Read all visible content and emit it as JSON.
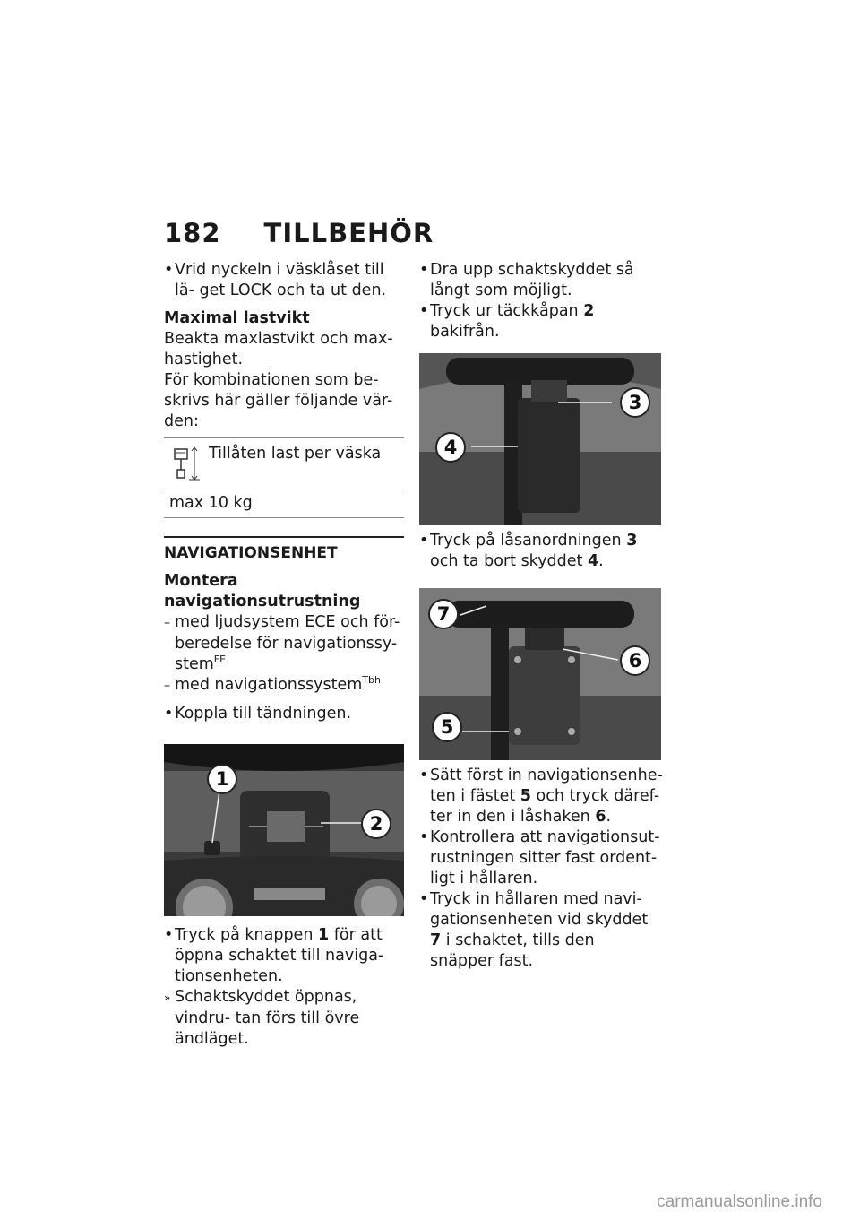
{
  "header": {
    "page_number": "182",
    "section": "TILLBEHÖR"
  },
  "col1": {
    "bullet1": "Vrid nyckeln i väsklåset till lä- get LOCK och ta ut den.",
    "max_heading": "Maximal lastvikt",
    "max_text": "Beakta maxlastvikt och max- hastighet.",
    "max_text2": "För kombinationen som be- skrivs här gäller följande vär- den:",
    "table": {
      "label": "Tillåten last per väska",
      "value": "max 10 kg"
    },
    "nav_heading": "NAVIGATIONSENHET",
    "mount_heading": "Montera navigationsutrustning",
    "dash1": "med ljudsystem ECE och för- beredelse för navigationssy- stem",
    "dash1_sup": "FE",
    "dash2": "med navigationssystem",
    "dash2_sup": "Tbh",
    "bullet_ignition": "Koppla till tändningen.",
    "fig1_callouts": [
      "1",
      "2"
    ],
    "bullet_btn_a": "Tryck på knappen",
    "bullet_btn_num": "1",
    "bullet_btn_b": "för att öppna schaktet till naviga- tionsenheten.",
    "result": "Schaktskyddet öppnas, vindru- tan förs till övre ändläget."
  },
  "col2": {
    "b1": "Dra upp schaktskyddet så långt som möjligt.",
    "b2_a": "Tryck ur täckkåpan",
    "b2_num": "2",
    "b2_b": "bakifrån.",
    "fig2_callouts": [
      "3",
      "4"
    ],
    "b3_a": "Tryck på låsanordningen",
    "b3_num": "3",
    "b3_b": "och ta bort skyddet",
    "b3_num2": "4",
    "b3_c": ".",
    "fig3_callouts": [
      "7",
      "6",
      "5"
    ],
    "b4_a": "Sätt först in navigationsenhe- ten i fästet",
    "b4_num": "5",
    "b4_b": "och tryck däref- ter in den i låshaken",
    "b4_num2": "6",
    "b4_c": ".",
    "b5": "Kontrollera att navigationsut- rustningen sitter fast ordent- ligt i hållaren.",
    "b6_a": "Tryck in hållaren med navi- gationsenheten vid skyddet",
    "b6_num": "7",
    "b6_b": "i schaktet, tills den snäpper fast."
  },
  "watermark": "carmanualsonline.info"
}
